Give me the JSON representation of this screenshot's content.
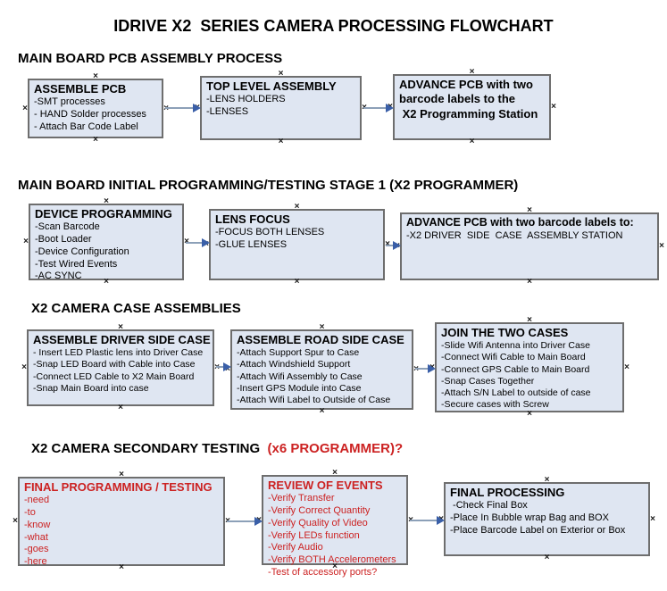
{
  "title": "IDRIVE X2  SERIES CAMERA PROCESSING FLOWCHART",
  "colors": {
    "box_fill": "#dfe6f2",
    "box_border": "#6e6e6e",
    "red_text": "#cc2222",
    "connector_line": "#8ca0b8",
    "connector_arrowhead": "#3a5fa8"
  },
  "sections": {
    "s1": "MAIN BOARD PCB ASSEMBLY PROCESS",
    "s2": "MAIN BOARD INITIAL PROGRAMMING/TESTING STAGE 1 (X2 PROGRAMMER)",
    "s3": "X2 CAMERA CASE ASSEMBLIES",
    "s4_black": "X2 CAMERA SECONDARY TESTING  ",
    "s4_red": "(x6 PROGRAMMER)?"
  },
  "boxes": {
    "assemble_pcb": {
      "title": "ASSEMBLE PCB",
      "items": [
        "-SMT processes",
        "- HAND Solder processes",
        "- Attach Bar Code Label"
      ]
    },
    "top_level_assembly": {
      "title": "TOP LEVEL ASSEMBLY",
      "items": [
        "-LENS HOLDERS",
        "-LENSES"
      ]
    },
    "advance_pcb_station": {
      "title_lines": [
        "ADVANCE PCB with two",
        "barcode labels to the",
        " X2 Programming Station"
      ]
    },
    "device_programming": {
      "title": "DEVICE PROGRAMMING",
      "items": [
        "-Scan Barcode",
        "-Boot Loader",
        "-Device Configuration",
        "-Test Wired Events",
        "-AC SYNC"
      ]
    },
    "lens_focus": {
      "title": "LENS FOCUS",
      "items": [
        "-FOCUS BOTH LENSES",
        "-GLUE LENSES"
      ]
    },
    "advance_pcb_driver": {
      "title": "ADVANCE PCB with two barcode labels to:",
      "items": [
        "-X2 DRIVER  SIDE  CASE  ASSEMBLY STATION"
      ]
    },
    "assemble_driver_side": {
      "title": "ASSEMBLE DRIVER SIDE CASE",
      "items": [
        "- Insert LED Plastic lens into Driver Case",
        "-Snap LED Board with Cable into Case",
        "-Connect LED Cable to X2 Main Board",
        "-Snap Main Board into case"
      ]
    },
    "assemble_road_side": {
      "title": "ASSEMBLE ROAD SIDE CASE",
      "items": [
        "-Attach Support Spur to Case",
        "-Attach Windshield Support",
        "-Attach Wifi Assembly to Case",
        "-Insert GPS Module into Case",
        "-Attach Wifi Label to Outside of Case"
      ]
    },
    "join_two_cases": {
      "title": "JOIN THE TWO CASES",
      "items": [
        "-Slide Wifi Antenna into Driver Case",
        "-Connect Wifi Cable to Main Board",
        "-Connect GPS Cable to Main Board",
        "-Snap Cases Together",
        "-Attach S/N Label to outside of case",
        "-Secure cases with Screw"
      ]
    },
    "final_programming": {
      "title": "FINAL PROGRAMMING / TESTING",
      "items": [
        "-need",
        "-to",
        "-know",
        "-what",
        "-goes",
        "-here"
      ]
    },
    "review_of_events": {
      "title": "REVIEW OF EVENTS",
      "items": [
        "-Verify Transfer",
        "-Verify Correct Quantity",
        "-Verify Quality of Video",
        "-Verify LEDs function",
        "-Verify Audio",
        "-Verify BOTH Accelerometers",
        "-Test of accessory ports?"
      ]
    },
    "final_processing": {
      "title": "FINAL PROCESSING",
      "items": [
        " -Check Final Box",
        "-Place In Bubble wrap Bag and BOX",
        "-Place Barcode Label on Exterior or Box"
      ]
    }
  }
}
